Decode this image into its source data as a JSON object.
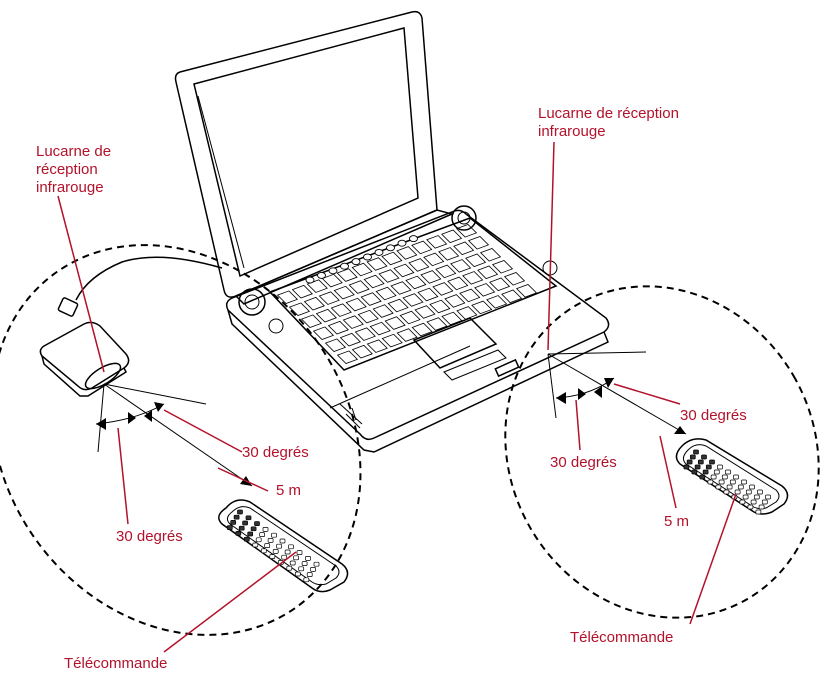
{
  "labels": {
    "ir_window_left": [
      "Lucarne de",
      "réception",
      "infrarouge"
    ],
    "ir_window_right": [
      "Lucarne de réception",
      "infrarouge"
    ],
    "angle_left_upper": "30 degrés",
    "angle_left_lower": "30 degrés",
    "angle_right_upper": "30 degrés",
    "angle_right_lower": "30 degrés",
    "distance_left": "5 m",
    "distance_right": "5 m",
    "remote_left": "Télécommande",
    "remote_right": "Télécommande"
  },
  "colors": {
    "label": "#b3122b",
    "line": "#000000"
  }
}
